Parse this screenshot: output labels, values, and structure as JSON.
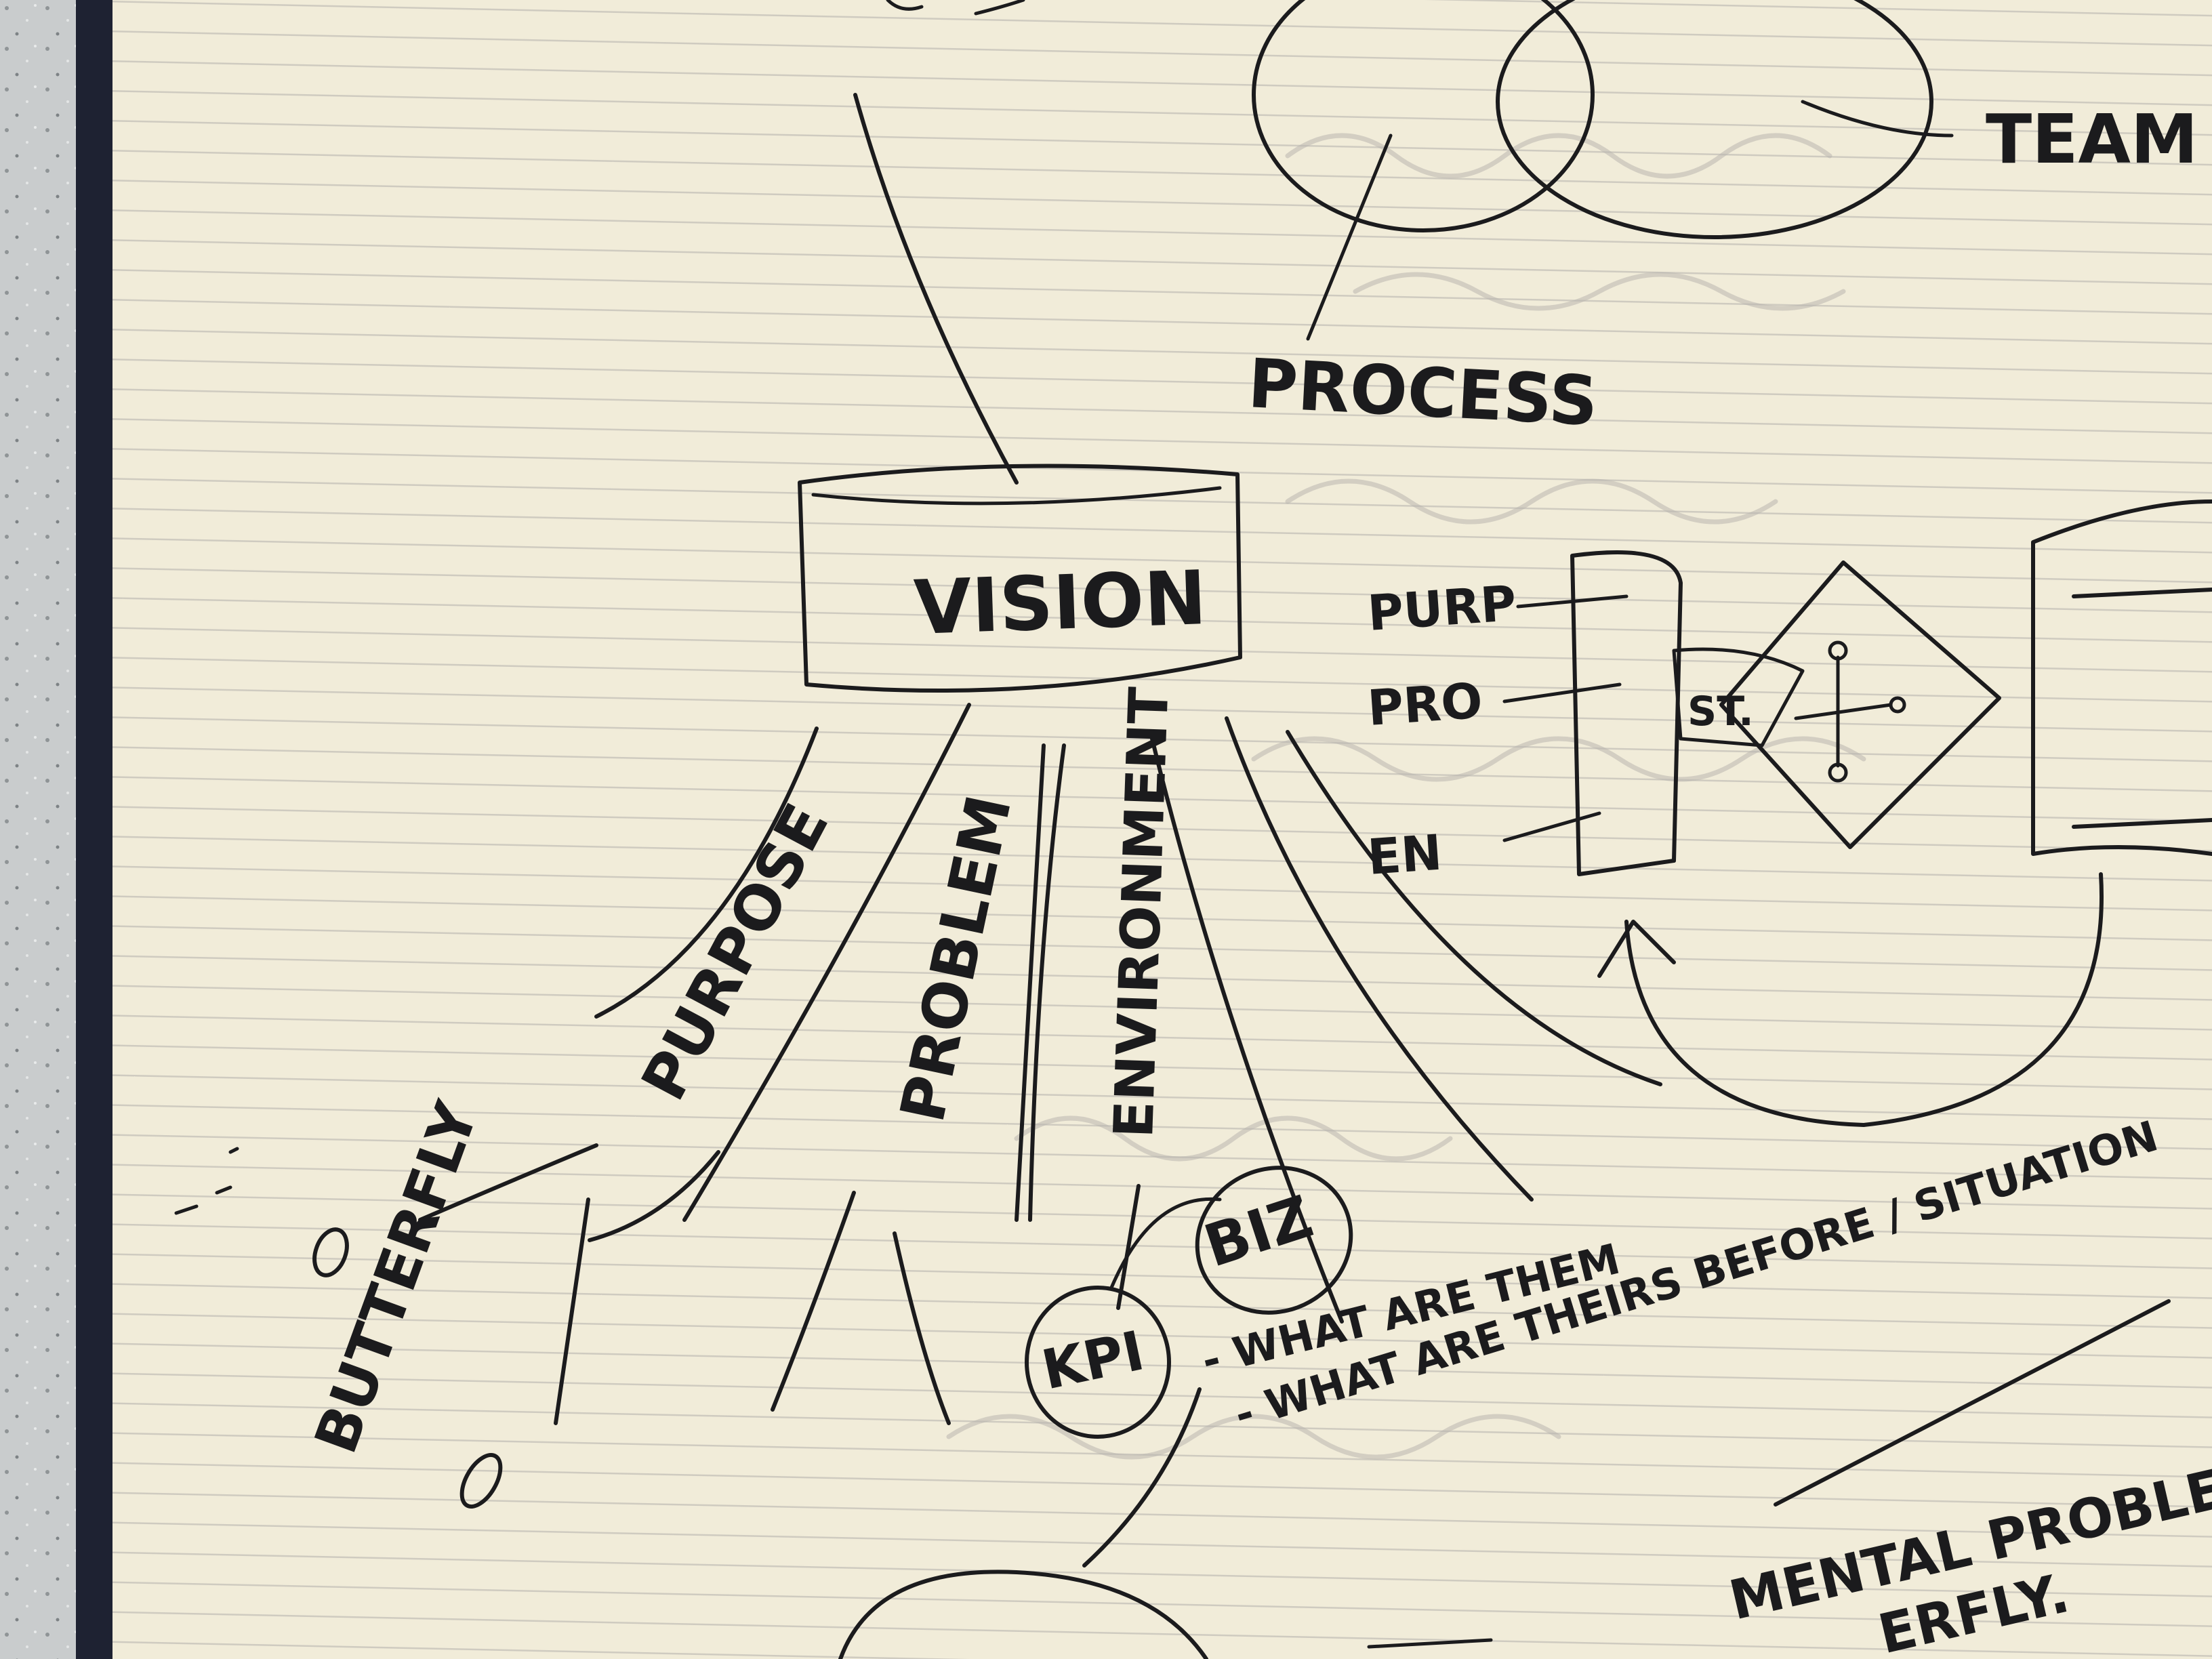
{
  "notes": {
    "center": "VISION",
    "top": "PROCESS",
    "top_right": "TEAM",
    "branches": [
      "PURPOSE",
      "PROBLEM",
      "ENVIRONMENT"
    ],
    "left": "BUTTERFLY",
    "circled": [
      "BIZ",
      "KPI"
    ],
    "bullet_1": "- WHAT ARE THEM",
    "bullet_2": "- WHAT ARE THEIRS BEFORE / SITUATION",
    "box_labels": [
      "PURP",
      "PRO",
      "EN"
    ],
    "diamond_label": "ST.",
    "bottom_right_1": "MENTAL PROBLEM",
    "bottom_right_2": "ERFLY."
  },
  "colors": {
    "ink": "#1b1b1d",
    "paper": "#f1ecd9",
    "rule_line": "#cfcbc0",
    "notebook_cover": "#1e2232",
    "table": "#c9cccd"
  }
}
